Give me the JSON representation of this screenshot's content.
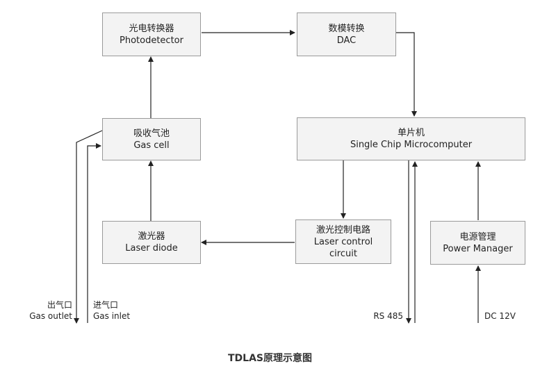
{
  "blocks": {
    "photodetector": {
      "zh": "光电转换器",
      "en": "Photodetector"
    },
    "dac": {
      "zh": "数模转换",
      "en": "DAC"
    },
    "gas_cell": {
      "zh": "吸收气池",
      "en": "Gas cell"
    },
    "mcu": {
      "zh": "单片机",
      "en": "Single Chip Microcomputer"
    },
    "laser_diode": {
      "zh": "激光器",
      "en": "Laser diode"
    },
    "laser_control": {
      "zh": "激光控制电路",
      "en1": "Laser control",
      "en2": "circuit"
    },
    "power_manager": {
      "zh": "电源管理",
      "en": "Power Manager"
    }
  },
  "ports": {
    "gas_outlet": {
      "zh": "出气口",
      "en": "Gas outlet"
    },
    "gas_inlet": {
      "zh": "进气口",
      "en": "Gas inlet"
    },
    "rs485": "RS 485",
    "dc12v": "DC 12V"
  },
  "title": "TDLAS原理示意图",
  "colors": {
    "box_fill": "#f3f3f3",
    "box_border": "#9a9a9a",
    "line": "#222222"
  }
}
